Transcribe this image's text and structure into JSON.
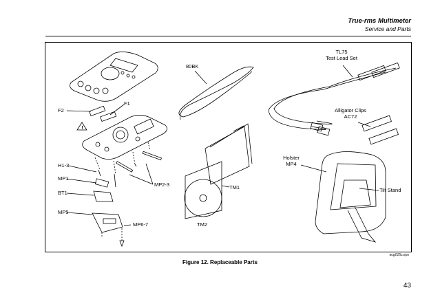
{
  "header": {
    "title": "True-rms Multimeter",
    "subtitle": "Service and Parts"
  },
  "labels": {
    "f2": "F2",
    "f1": "F1",
    "h13": "H1-3",
    "mp1": "MP1",
    "bt1": "BT1",
    "mp5": "MP5",
    "mp23": "MP2-3",
    "mp67": "MP6-7",
    "bk80": "80BK",
    "tl75_line1": "TL75",
    "tl75_line2": "Test Lead Set",
    "alligator_line1": "Alligator Clips",
    "alligator_line2": "AC72",
    "holster_line1": "Holster",
    "holster_line2": "MP4",
    "tilt": "Tilt Stand",
    "tm1": "TM1",
    "tm2": "TM2"
  },
  "figure": {
    "file_id": "ecg015c.eps",
    "caption": "Figure 12. Replaceable Parts"
  },
  "page_number": "43"
}
